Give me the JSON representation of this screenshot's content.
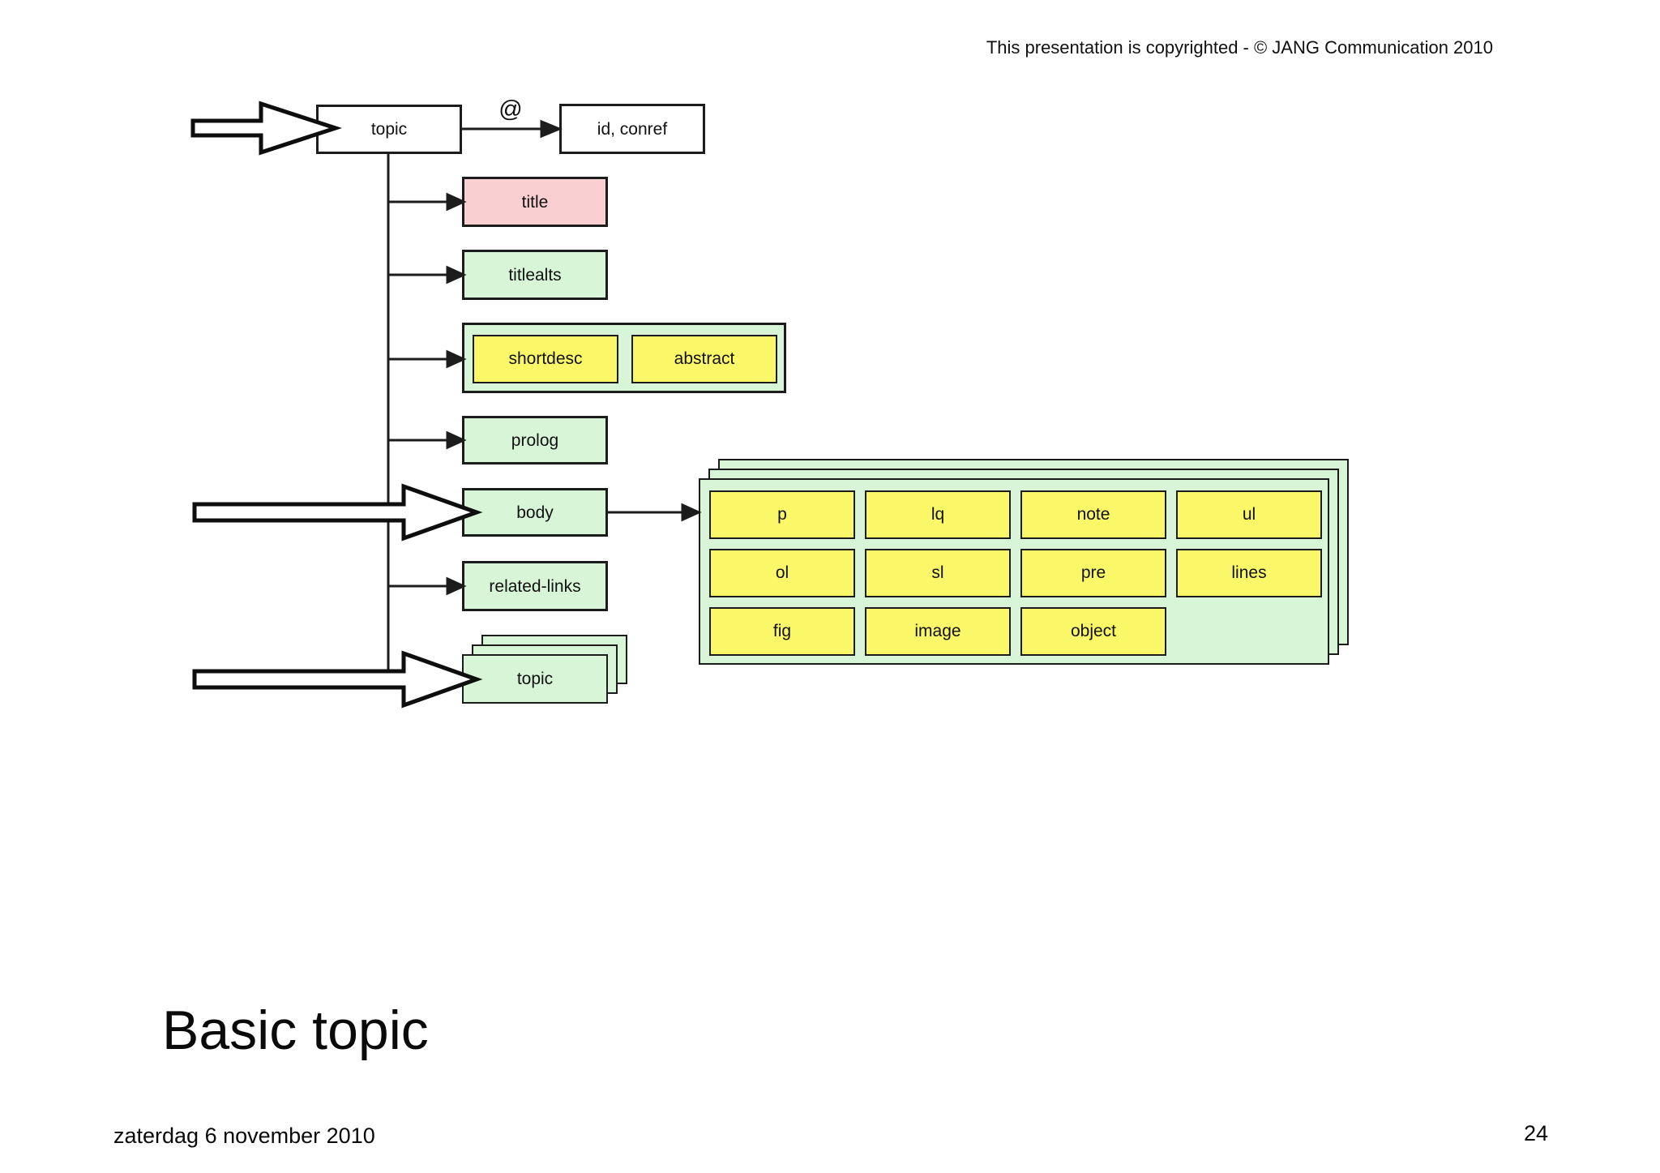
{
  "header": {
    "copyright": "This presentation is copyrighted - © JANG Communication 2010"
  },
  "slide": {
    "title": "Basic topic",
    "footer_date": "zaterdag 6 november 2010",
    "page_number": "24"
  },
  "diagram": {
    "root_label": "topic",
    "attributes_label": "id, conref",
    "attribute_marker": "@",
    "children": {
      "title": "title",
      "titlealts": "titlealts",
      "shortdesc": "shortdesc",
      "abstract": "abstract",
      "prolog": "prolog",
      "body": "body",
      "related_links": "related-links",
      "nested_topic": "topic"
    },
    "body_elements": [
      "p",
      "lq",
      "note",
      "ul",
      "ol",
      "sl",
      "pre",
      "lines",
      "fig",
      "image",
      "object"
    ],
    "colors": {
      "required_pink": "#F9CFD1",
      "optional_green": "#D8F5D8",
      "element_yellow": "#FAF868",
      "line_black": "#1C1C1C"
    }
  }
}
